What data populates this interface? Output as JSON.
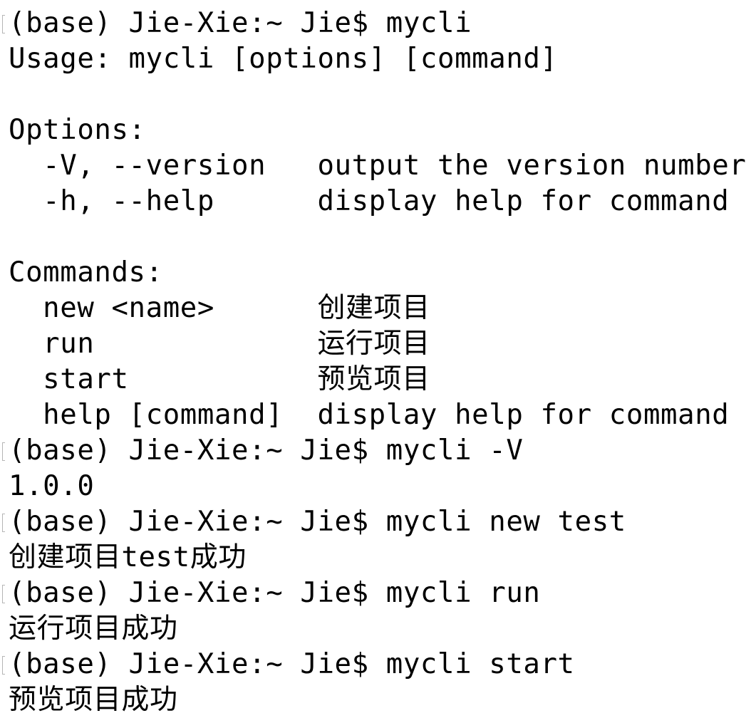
{
  "terminal": {
    "lines": [
      {
        "text": "(base) Jie-Xie:~ Jie$ mycli",
        "type": "prompt"
      },
      {
        "text": "Usage: mycli [options] [command]",
        "type": "output"
      },
      {
        "text": "",
        "type": "output"
      },
      {
        "text": "Options:",
        "type": "output"
      },
      {
        "text": "  -V, --version   output the version number",
        "type": "output"
      },
      {
        "text": "  -h, --help      display help for command",
        "type": "output"
      },
      {
        "text": "",
        "type": "output"
      },
      {
        "text": "Commands:",
        "type": "output"
      },
      {
        "text": "  new <name>      创建项目",
        "type": "output"
      },
      {
        "text": "  run             运行项目",
        "type": "output"
      },
      {
        "text": "  start           预览项目",
        "type": "output"
      },
      {
        "text": "  help [command]  display help for command",
        "type": "output"
      },
      {
        "text": "(base) Jie-Xie:~ Jie$ mycli -V",
        "type": "prompt"
      },
      {
        "text": "1.0.0",
        "type": "output"
      },
      {
        "text": "(base) Jie-Xie:~ Jie$ mycli new test",
        "type": "prompt"
      },
      {
        "text": "创建项目test成功",
        "type": "output"
      },
      {
        "text": "(base) Jie-Xie:~ Jie$ mycli run",
        "type": "prompt"
      },
      {
        "text": "运行项目成功",
        "type": "output"
      },
      {
        "text": "(base) Jie-Xie:~ Jie$ mycli start",
        "type": "prompt"
      },
      {
        "text": "预览项目成功",
        "type": "output"
      }
    ]
  }
}
